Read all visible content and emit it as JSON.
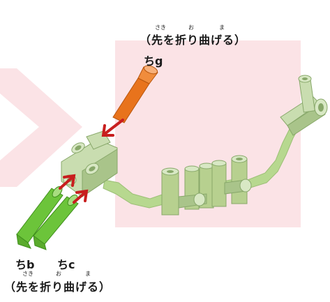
{
  "labels": {
    "top_note": "（先を折り曲げる）",
    "top_ruby_saki": "さき",
    "top_ruby_o": "お",
    "top_ruby_ma": "ま",
    "part_g": "ちg",
    "part_b": "ちb",
    "part_c": "ちc",
    "bottom_note": "（先を折り曲げる）",
    "bottom_ruby_saki": "さき",
    "bottom_ruby_o": "お",
    "bottom_ruby_ma": "ま"
  },
  "colors": {
    "background_panel": "#fbe3e6",
    "chevron": "#fbe3e6",
    "tube_light": "#c9ddb0",
    "tube_mid": "#a9c48a",
    "tube_dark": "#88a86a",
    "zigzag": "#b7d88f",
    "orange_part": "#e8731c",
    "green_part": "#6cc43a",
    "arrow": "#c81e1e"
  }
}
